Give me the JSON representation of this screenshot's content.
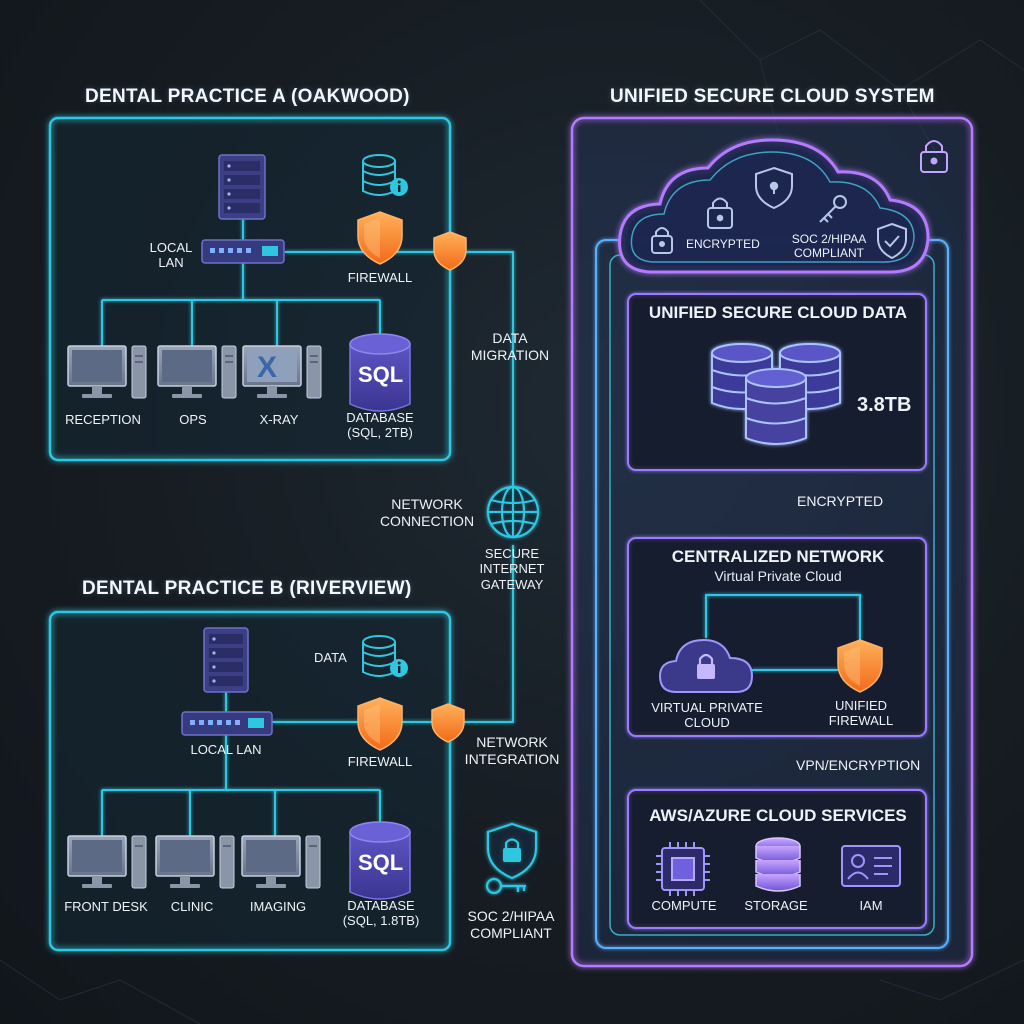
{
  "colors": {
    "cyan": "#2fc6e0",
    "purple": "#a77bff",
    "blue": "#4aa3ff",
    "orange": "#ff8a2a",
    "background": "#161c22"
  },
  "practice_a": {
    "title": "DENTAL PRACTICE A (OAKWOOD)",
    "local_lan": "LOCAL\nLAN",
    "firewall": "FIREWALL",
    "workstations": [
      "RECEPTION",
      "OPS",
      "X-RAY"
    ],
    "database_label": "DATABASE\n(SQL, 2TB)",
    "sql": "SQL"
  },
  "practice_b": {
    "title": "DENTAL PRACTICE B (RIVERVIEW)",
    "data_label": "DATA",
    "local_lan": "LOCAL LAN",
    "firewall": "FIREWALL",
    "workstations": [
      "FRONT DESK",
      "CLINIC",
      "IMAGING"
    ],
    "database_label": "DATABASE\n(SQL, 1.8TB)",
    "sql": "SQL"
  },
  "middle": {
    "data_migration": "DATA\nMIGRATION",
    "network_connection": "NETWORK\nCONNECTION",
    "gateway": "SECURE\nINTERNET\nGATEWAY",
    "network_integration": "NETWORK\nINTEGRATION",
    "compliance": "SOC 2/HIPAA\nCOMPLIANT"
  },
  "cloud_system": {
    "title": "UNIFIED SECURE CLOUD SYSTEM",
    "encrypted": "ENCRYPTED",
    "compliance": "SOC 2/HIPAA\nCOMPLIANT",
    "data_title": "UNIFIED SECURE CLOUD DATA",
    "data_size": "3.8TB",
    "encrypted_arrow": "ENCRYPTED",
    "network_title": "CENTRALIZED NETWORK",
    "network_subtitle": "Virtual Private Cloud",
    "vpc_label": "VIRTUAL PRIVATE\nCLOUD",
    "firewall_label": "UNIFIED\nFIREWALL",
    "vpn_arrow": "VPN/ENCRYPTION",
    "services_title": "AWS/AZURE CLOUD SERVICES",
    "services": [
      "COMPUTE",
      "STORAGE",
      "IAM"
    ]
  }
}
